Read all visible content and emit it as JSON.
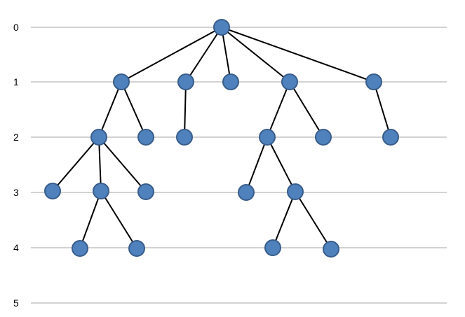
{
  "diagram": {
    "type": "tree",
    "level_labels": [
      "0",
      "1",
      "2",
      "3",
      "4",
      "5"
    ],
    "colors": {
      "node_fill": "#4f81bd",
      "node_stroke": "#385d8a",
      "edge": "#000000",
      "level_line": "#a6a6a6"
    },
    "node_shape": "circle",
    "nodes": [
      {
        "id": "n0",
        "level": 0
      },
      {
        "id": "n1",
        "level": 1
      },
      {
        "id": "n2",
        "level": 1
      },
      {
        "id": "n3",
        "level": 1
      },
      {
        "id": "n4",
        "level": 1
      },
      {
        "id": "n5",
        "level": 1
      },
      {
        "id": "n6",
        "level": 2
      },
      {
        "id": "n7",
        "level": 2
      },
      {
        "id": "n8",
        "level": 2
      },
      {
        "id": "n9",
        "level": 2
      },
      {
        "id": "n10",
        "level": 2
      },
      {
        "id": "n11",
        "level": 2
      },
      {
        "id": "n12",
        "level": 3
      },
      {
        "id": "n13",
        "level": 3
      },
      {
        "id": "n14",
        "level": 3
      },
      {
        "id": "n15",
        "level": 3
      },
      {
        "id": "n16",
        "level": 3
      },
      {
        "id": "n17",
        "level": 4
      },
      {
        "id": "n18",
        "level": 4
      },
      {
        "id": "n19",
        "level": 4
      },
      {
        "id": "n20",
        "level": 4
      }
    ],
    "edges": [
      [
        "n0",
        "n1"
      ],
      [
        "n0",
        "n2"
      ],
      [
        "n0",
        "n3"
      ],
      [
        "n0",
        "n4"
      ],
      [
        "n0",
        "n5"
      ],
      [
        "n1",
        "n6"
      ],
      [
        "n1",
        "n7"
      ],
      [
        "n2",
        "n8"
      ],
      [
        "n4",
        "n9"
      ],
      [
        "n4",
        "n10"
      ],
      [
        "n5",
        "n11"
      ],
      [
        "n6",
        "n12"
      ],
      [
        "n6",
        "n13"
      ],
      [
        "n6",
        "n14"
      ],
      [
        "n9",
        "n15"
      ],
      [
        "n9",
        "n16"
      ],
      [
        "n13",
        "n17"
      ],
      [
        "n13",
        "n18"
      ],
      [
        "n16",
        "n19"
      ],
      [
        "n16",
        "n20"
      ]
    ]
  }
}
